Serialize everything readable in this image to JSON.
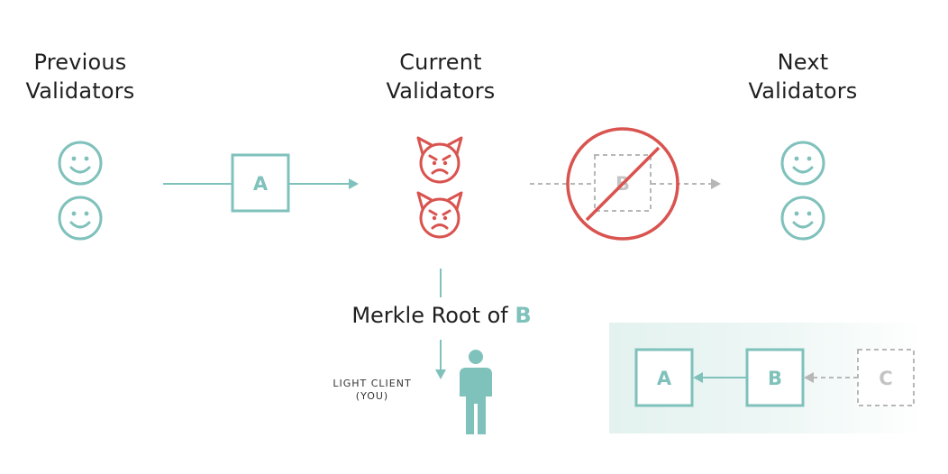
{
  "columns": {
    "previous": {
      "line1": "Previous",
      "line2": "Validators"
    },
    "current": {
      "line1": "Current",
      "line2": "Validators"
    },
    "next": {
      "line1": "Next",
      "line2": "Validators"
    }
  },
  "blocks": {
    "top_a": "A",
    "top_b": "B",
    "chain_a": "A",
    "chain_b": "B",
    "chain_c": "C"
  },
  "merkle": {
    "prefix": "Merkle Root of ",
    "highlight": "B"
  },
  "light_client": {
    "line1": "LIGHT CLIENT",
    "line2": "(YOU)"
  },
  "colors": {
    "teal": "#7fc1bb",
    "red": "#d9534f",
    "gray": "#b7b7b7",
    "text": "#1f1f1f",
    "panel_start": "#e6f3f1"
  },
  "icons": {
    "honest_validator": "smiley-face-icon",
    "malicious_validator": "devil-face-icon",
    "rejected": "prohibited-icon",
    "light_client": "person-icon"
  }
}
